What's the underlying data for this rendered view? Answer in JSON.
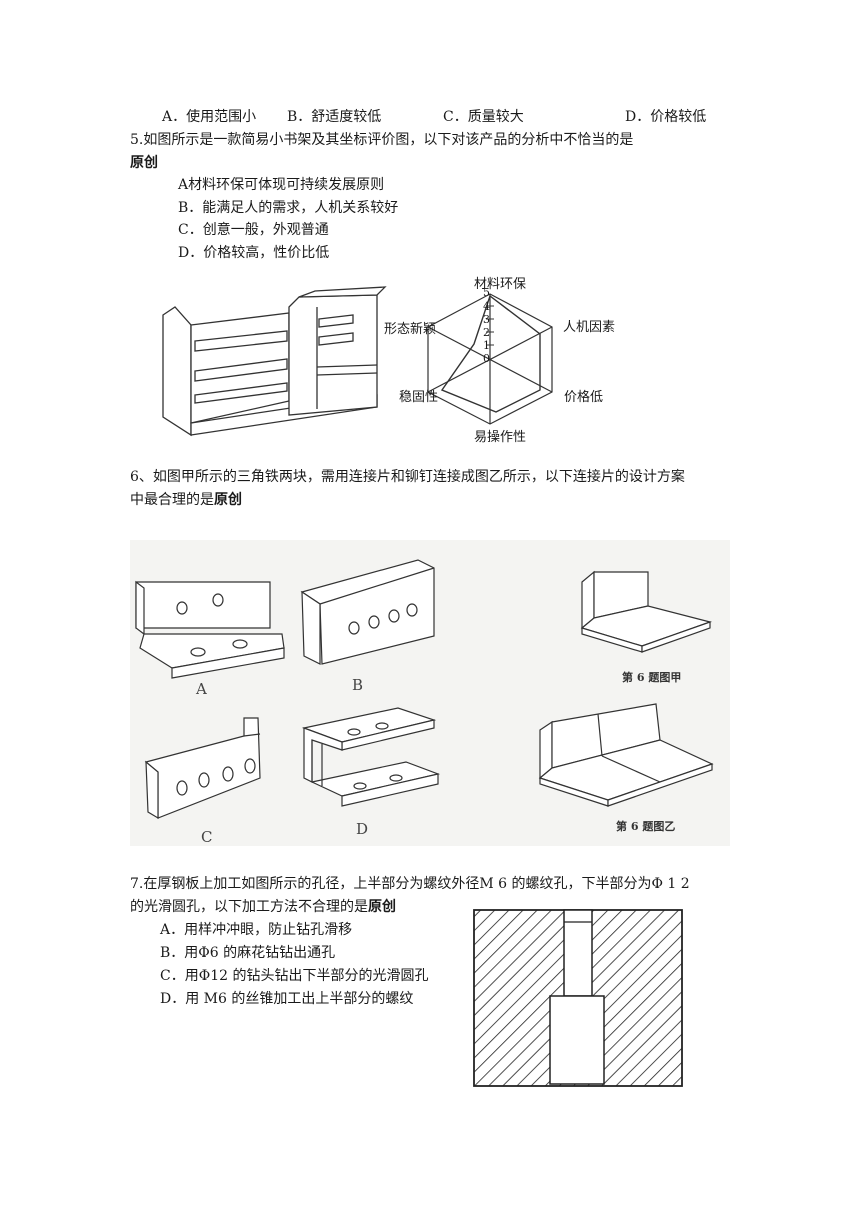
{
  "q4": {
    "options": [
      "A．使用范围小",
      "B．舒适度较低",
      "C．质量较大",
      "D．价格较低"
    ]
  },
  "q5": {
    "stem": "5.如图所示是一款简易小书架及其坐标评价图，以下对该产品的分析中不恰当的是",
    "tag": "原创",
    "options": [
      "A材料环保可体现可持续发展原则",
      "B．能满足人的需求，人机关系较好",
      "C．创意一般，外观普通",
      "D．价格较高，性价比低"
    ],
    "radar": {
      "axes": [
        "材料环保",
        "人机因素",
        "价格低",
        "易操作性",
        "稳固性",
        "形态新颖"
      ],
      "ticks": [
        "5",
        "4",
        "3",
        "2",
        "1",
        "0"
      ]
    }
  },
  "q6": {
    "stem_line1": "6、如图甲所示的三角铁两块，需用连接片和铆钉连接成图乙所示，以下连接片的设计方案",
    "stem_line2": "中最合理的是",
    "tag": "原创",
    "labels": [
      "A",
      "B",
      "C",
      "D"
    ],
    "caption_jia": "第 6 题图甲",
    "caption_yi": "第 6 题图乙"
  },
  "q7": {
    "stem_line1": "7.在厚钢板上加工如图所示的孔径，上半部分为螺纹外径M 6 的螺纹孔，下半部分为Φ 1 2",
    "stem_line2": "的光滑圆孔，以下加工方法不合理的是",
    "tag": "原创",
    "options": [
      "A．用样冲冲眼，防止钻孔滑移",
      "B．用Φ6 的麻花钻钻出通孔",
      "C．用Φ12 的钻头钻出下半部分的光滑圆孔",
      "D．用 M6 的丝锥加工出上半部分的螺纹"
    ]
  }
}
